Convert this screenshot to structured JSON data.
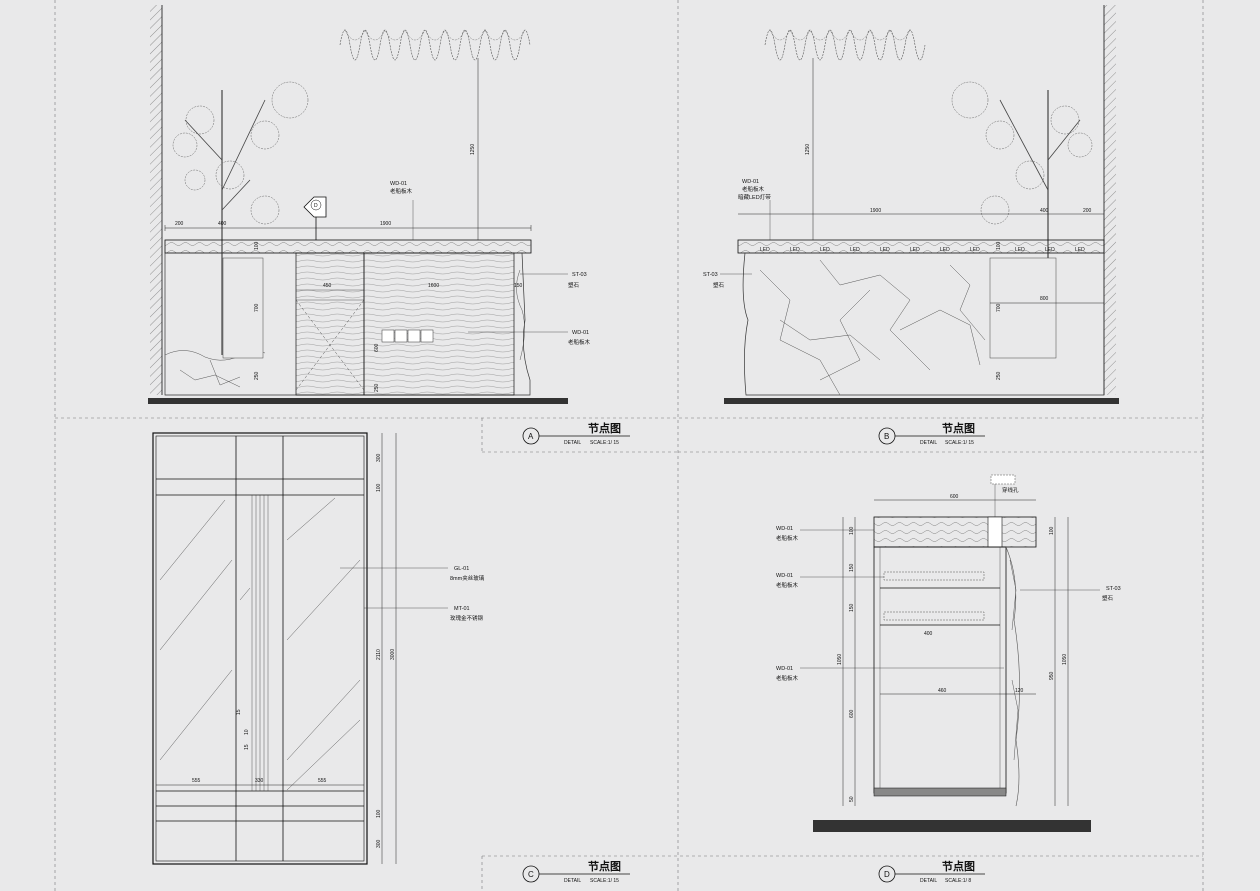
{
  "dims": {
    "d1900": "1900",
    "d200": "200",
    "d400": "400",
    "d1250": "1250",
    "d100": "100",
    "d450": "450",
    "d1600": "1600",
    "d150": "150",
    "d700": "700",
    "d600": "600",
    "d250": "250",
    "d800": "800",
    "d300": "300",
    "d2110": "2110",
    "d3000": "3000",
    "d555": "555",
    "d330": "330",
    "d10": "10",
    "d15": "15",
    "d1050": "1050",
    "d950": "950",
    "d460": "460",
    "d120": "120",
    "d50": "50"
  },
  "materials": {
    "wd01_code": "WD-01",
    "wd01_name": "老船板木",
    "wd01_led": "暗藏LED灯带",
    "st03_code": "ST-03",
    "st03_name": "塑石",
    "gl01_code": "GL-01",
    "gl01_name": "8mm夹丝玻璃",
    "mt01_code": "MT-01",
    "mt01_name": "玫瑰金不锈钢",
    "hole_name": "穿线孔",
    "led": "LED"
  },
  "door_tag": "D",
  "details": [
    {
      "letter": "A",
      "title": "节点图",
      "detail": "DETAIL",
      "scale": "SCALE:1/ 15"
    },
    {
      "letter": "B",
      "title": "节点图",
      "detail": "DETAIL",
      "scale": "SCALE:1/ 15"
    },
    {
      "letter": "C",
      "title": "节点图",
      "detail": "DETAIL",
      "scale": "SCALE:1/ 15"
    },
    {
      "letter": "D",
      "title": "节点图",
      "detail": "DETAIL",
      "scale": "SCALE:1/ 8"
    }
  ]
}
